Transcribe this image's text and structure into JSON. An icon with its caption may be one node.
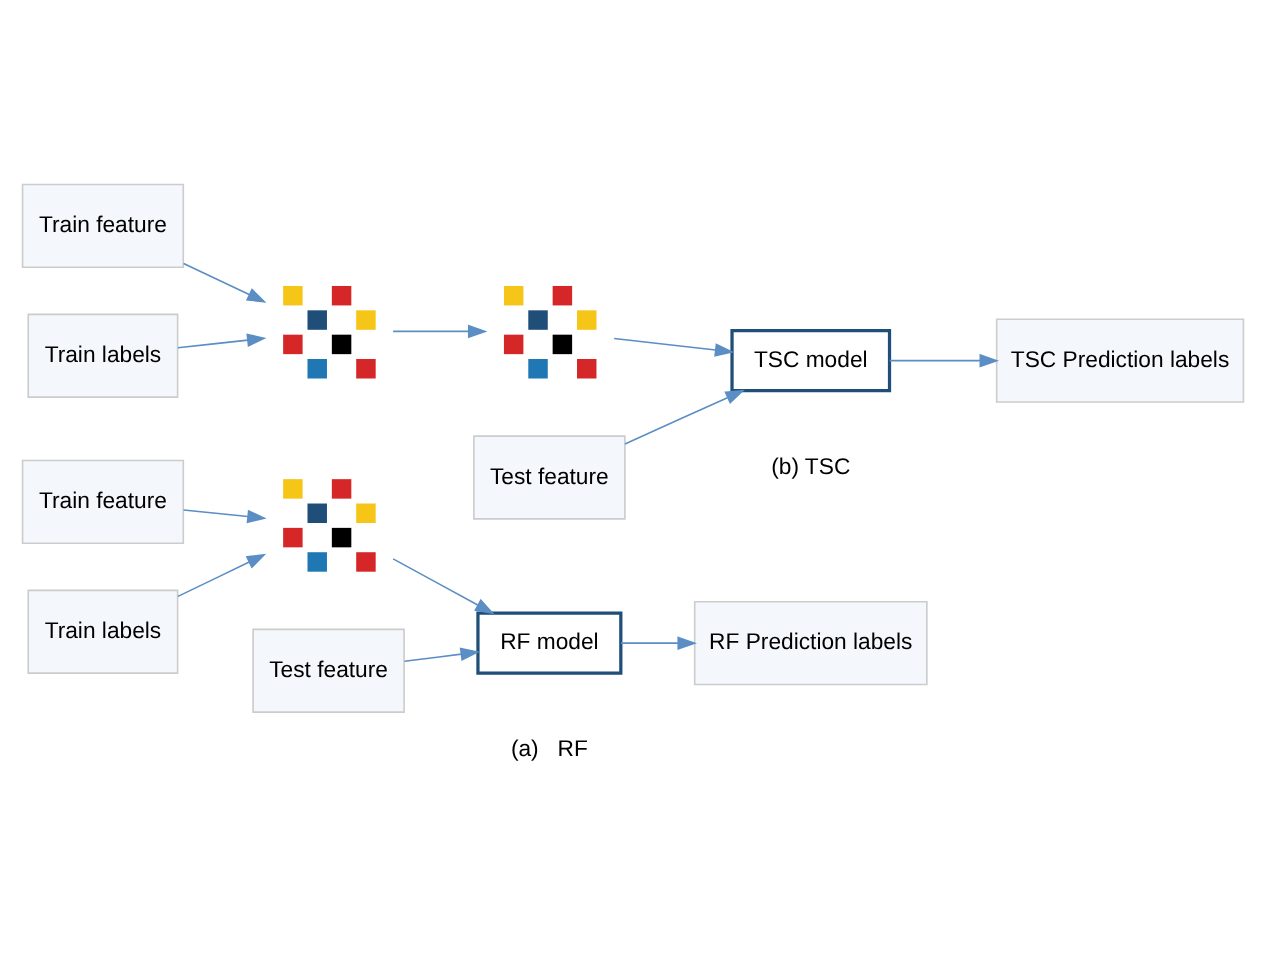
{
  "diagram": {
    "nodes": [
      {
        "text": [
          "Train feature"
        ]
      },
      {
        "text": [
          "Train labels"
        ]
      },
      {
        "text": [],
        "shape": "picture"
      },
      {
        "text": [
          "Test feature"
        ]
      },
      {
        "text": [
          "RF model"
        ]
      },
      {
        "text": [
          "RF Prediction labels"
        ]
      },
      {
        "text": [
          "Train feature"
        ]
      },
      {
        "text": [
          "Train labels"
        ]
      },
      {
        "text": [],
        "shape": "picture"
      },
      {
        "text": [],
        "shape": "picture"
      },
      {
        "text": [
          "Test feature"
        ]
      },
      {
        "text": [
          "TSC model"
        ]
      },
      {
        "text": [
          "TSC Prediction labels"
        ]
      }
    ],
    "edges": [
      {
        "from": 0,
        "to": 2,
        "arrow": "to"
      },
      {
        "from": 1,
        "to": 2,
        "arrow": "to"
      },
      {
        "from": 2,
        "to": 4,
        "arrow": "to"
      },
      {
        "from": 3,
        "to": 4,
        "arrow": "to"
      },
      {
        "from": 4,
        "to": 5,
        "arrow": "to"
      },
      {
        "from": 6,
        "to": 8,
        "arrow": "to"
      },
      {
        "from": 7,
        "to": 8,
        "arrow": "to"
      },
      {
        "from": 8,
        "to": 9,
        "arrow": "to"
      },
      {
        "from": 9,
        "to": 11,
        "arrow": "to"
      },
      {
        "from": 10,
        "to": 11,
        "arrow": "to"
      },
      {
        "from": 11,
        "to": 12,
        "arrow": "to"
      }
    ],
    "labels": [
      "(a)   RF",
      "(b) TSC"
    ]
  }
}
